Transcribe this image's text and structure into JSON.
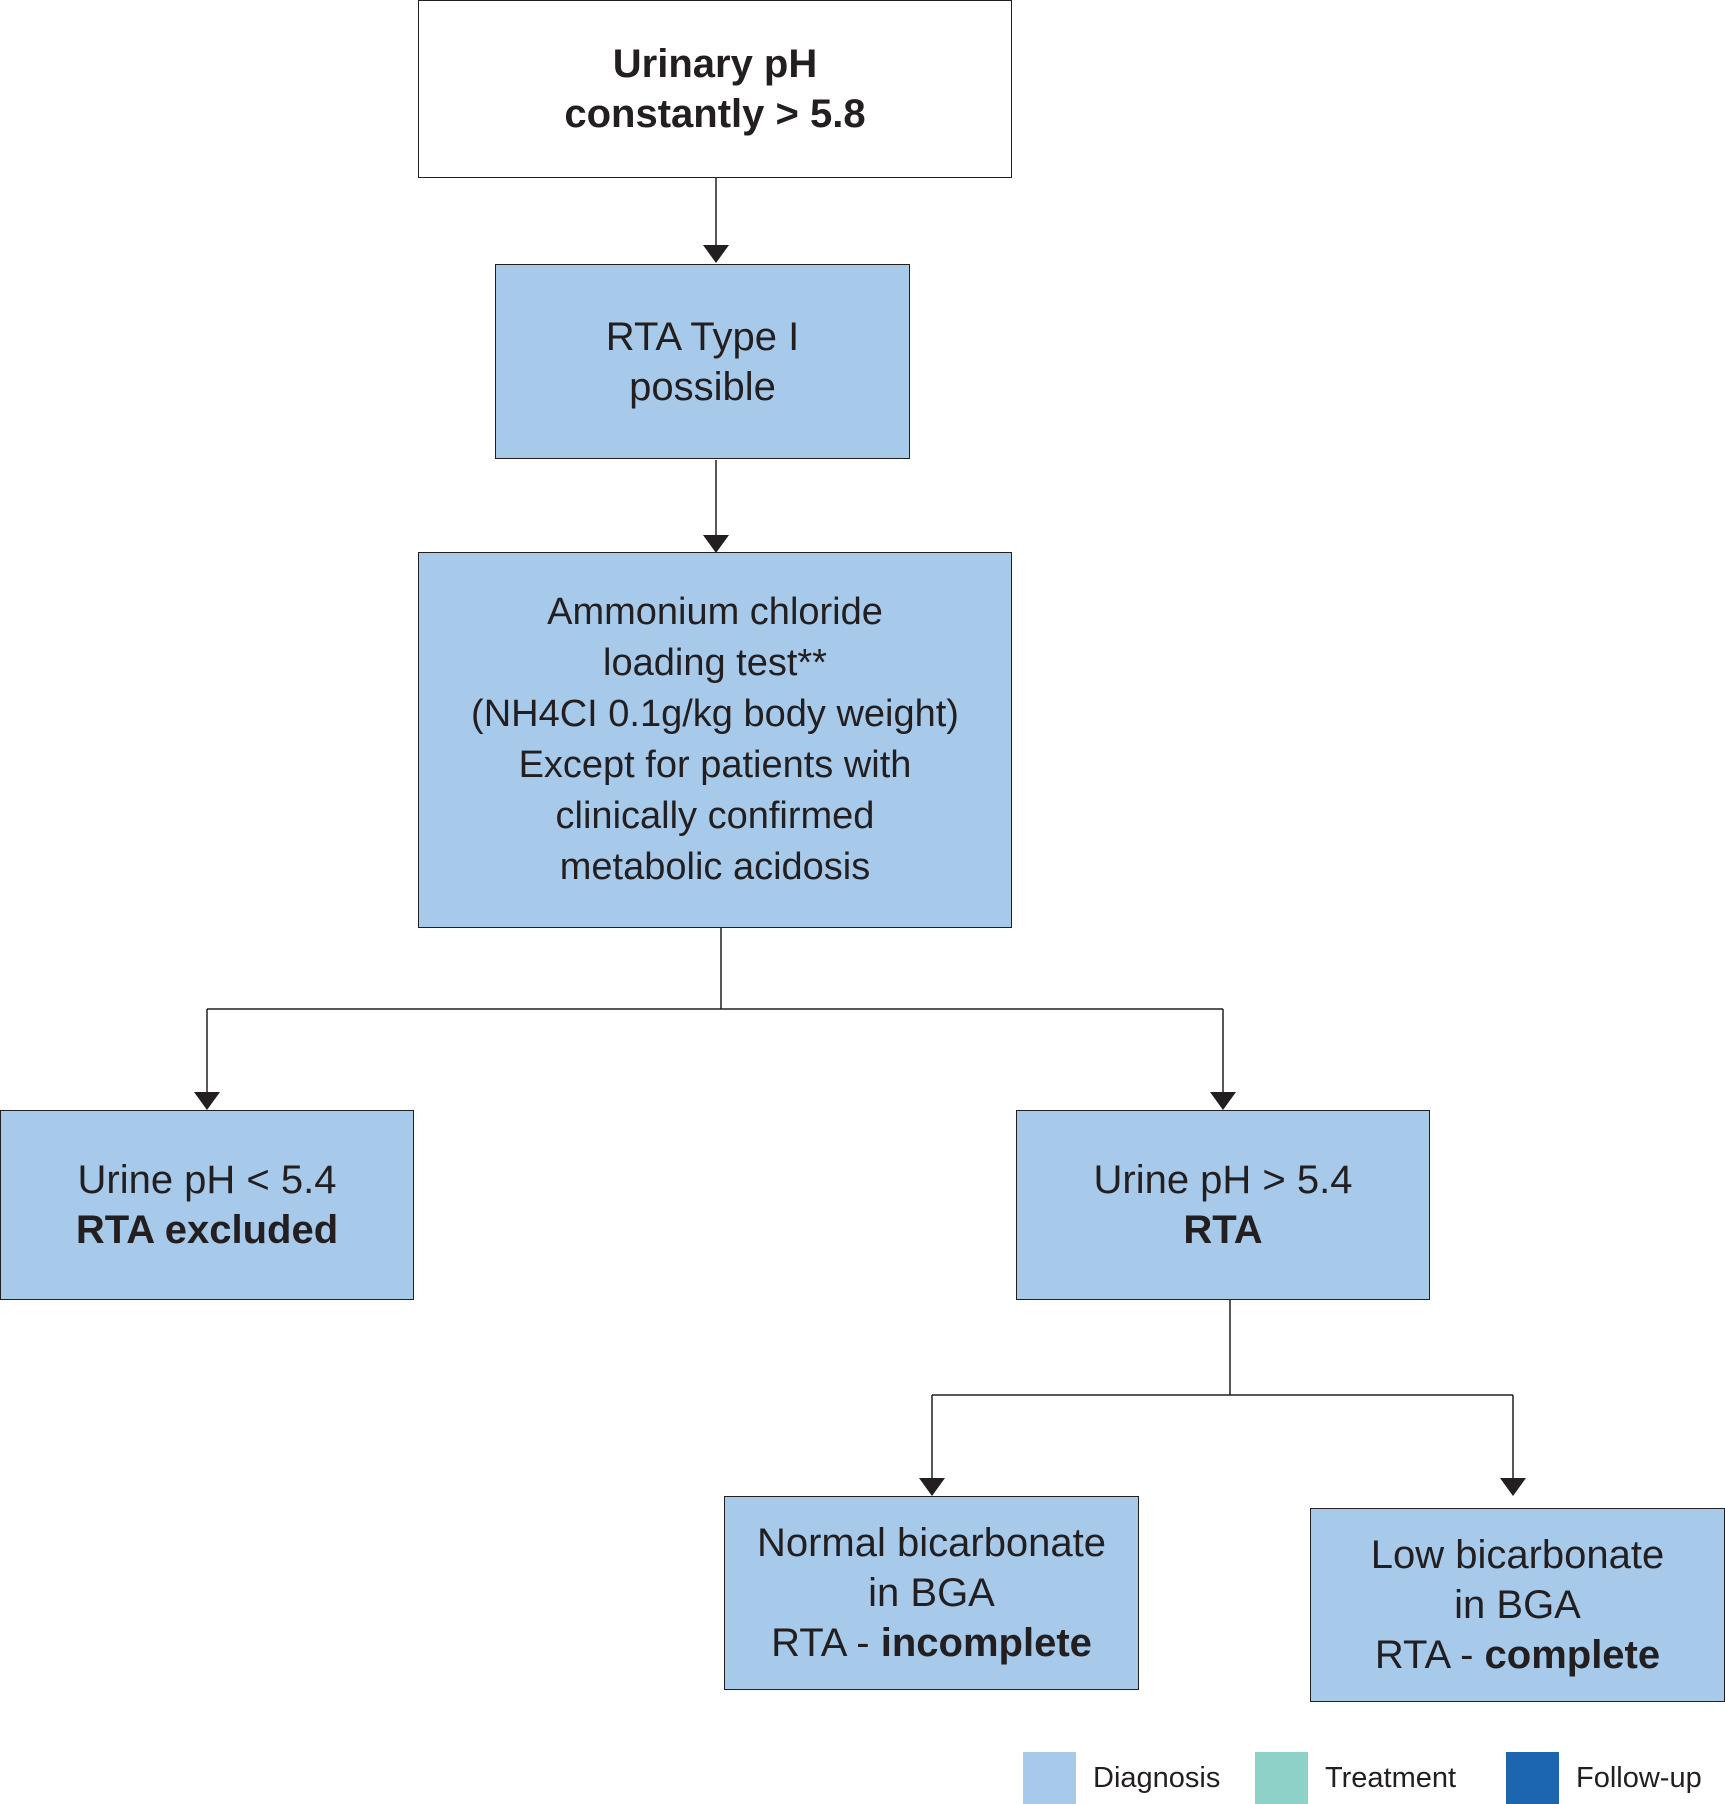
{
  "nodes": {
    "urinary_ph": {
      "line1": "Urinary pH",
      "line2": "constantly > 5.8"
    },
    "rta_type1": {
      "line1": "RTA Type I",
      "line2": "possible"
    },
    "ammonium_test": {
      "line1": "Ammonium chloride",
      "line2": "loading test**",
      "line3": "(NH4CI 0.1g/kg body weight)",
      "line4": "Except for patients with",
      "line5": "clinically confirmed",
      "line6": "metabolic acidosis"
    },
    "rta_excluded": {
      "line1": "Urine pH < 5.4",
      "line2": "RTA excluded"
    },
    "rta": {
      "line1": "Urine pH > 5.4",
      "line2": "RTA"
    },
    "rta_incomplete": {
      "line1": "Normal bicarbonate",
      "line2": "in BGA",
      "line3_prefix": "RTA - ",
      "line3_bold": "incomplete"
    },
    "rta_complete": {
      "line1": "Low bicarbonate",
      "line2": "in BGA",
      "line3_prefix": "RTA - ",
      "line3_bold": "complete"
    }
  },
  "legend": [
    {
      "label": "Diagnosis",
      "color": "#a7caeb"
    },
    {
      "label": "Treatment",
      "color": "#8ed1c9"
    },
    {
      "label": "Follow-up",
      "color": "#1b66ae"
    }
  ],
  "colors": {
    "diagnosis_fill": "#a7caeb",
    "start_fill": "#ffffff",
    "line": "#231f20"
  }
}
